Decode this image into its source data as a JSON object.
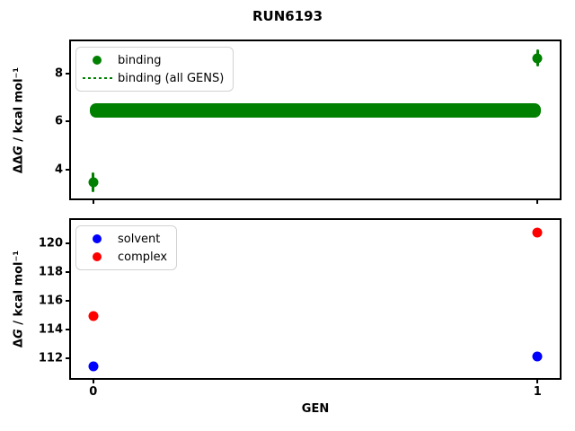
{
  "title": "RUN6193",
  "xlabel": "GEN",
  "ylabel_top": {
    "deltas": "ΔΔ",
    "g": "G",
    "rest": " / kcal mol⁻¹"
  },
  "ylabel_bottom": {
    "deltas": "Δ",
    "g": "G",
    "rest": " / kcal mol⁻¹"
  },
  "colors": {
    "binding": "#008000",
    "solvent": "#0000ff",
    "complex": "#ff0000",
    "axes": "#000000",
    "legend_border": "#d2d2d2"
  },
  "chart_data": [
    {
      "type": "scatter",
      "subplot": "top",
      "ylabel": "ΔΔG / kcal mol⁻¹",
      "xlim": [
        -0.05,
        1.05
      ],
      "ylim": [
        2.78,
        9.35
      ],
      "yticks": [
        4,
        6,
        8
      ],
      "xticks": [
        0,
        1
      ],
      "show_x_tick_labels": false,
      "grid": false,
      "legend_position": "upper left",
      "series": [
        {
          "name": "binding",
          "type": "scatter",
          "marker": "circle",
          "color": "#008000",
          "x": [
            0,
            1
          ],
          "y": [
            3.45,
            8.65
          ],
          "yerr": [
            0.4,
            0.35
          ]
        },
        {
          "name": "binding (all GENS)",
          "type": "hline-band",
          "linestyle": "dotted",
          "color": "#008000",
          "x": [
            0,
            1
          ],
          "mean": 6.45,
          "err": 0.3
        }
      ]
    },
    {
      "type": "scatter",
      "subplot": "bottom",
      "xlabel": "GEN",
      "ylabel": "ΔG / kcal mol⁻¹",
      "xlim": [
        -0.05,
        1.05
      ],
      "ylim": [
        110.6,
        121.6
      ],
      "yticks": [
        112,
        114,
        116,
        118,
        120
      ],
      "xticks": [
        0,
        1
      ],
      "show_x_tick_labels": true,
      "grid": false,
      "legend_position": "upper left",
      "series": [
        {
          "name": "solvent",
          "type": "scatter",
          "marker": "circle",
          "color": "#0000ff",
          "x": [
            0,
            1
          ],
          "y": [
            111.4,
            112.1
          ]
        },
        {
          "name": "complex",
          "type": "scatter",
          "marker": "circle",
          "color": "#ff0000",
          "x": [
            0,
            1
          ],
          "y": [
            114.9,
            120.75
          ]
        }
      ]
    }
  ]
}
